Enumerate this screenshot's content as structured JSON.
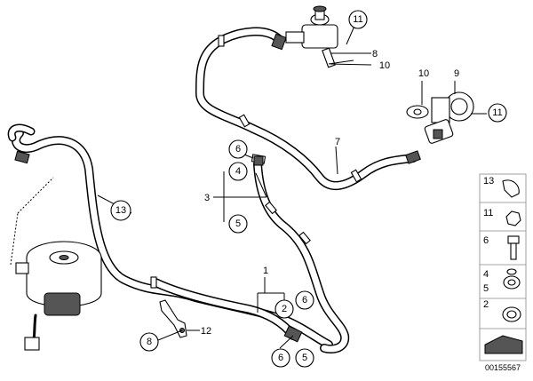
{
  "diagram": {
    "callouts": [
      {
        "id": "c11-top",
        "text": "11"
      },
      {
        "id": "c8-top",
        "text": "8"
      },
      {
        "id": "c10-top",
        "text": "10"
      },
      {
        "id": "c10-mid",
        "text": "10"
      },
      {
        "id": "c9",
        "text": "9"
      },
      {
        "id": "c11-mid",
        "text": "11"
      },
      {
        "id": "c7",
        "text": "7"
      },
      {
        "id": "c6-a",
        "text": "6"
      },
      {
        "id": "c4",
        "text": "4"
      },
      {
        "id": "c3",
        "text": "3"
      },
      {
        "id": "c5-a",
        "text": "5"
      },
      {
        "id": "c13",
        "text": "13"
      },
      {
        "id": "c1",
        "text": "1"
      },
      {
        "id": "c6-b",
        "text": "6"
      },
      {
        "id": "c2",
        "text": "2"
      },
      {
        "id": "c8-bottom",
        "text": "8"
      },
      {
        "id": "c12",
        "text": "12"
      },
      {
        "id": "c6-c",
        "text": "6"
      },
      {
        "id": "c5-b",
        "text": "5"
      }
    ],
    "legend": {
      "rows": [
        {
          "label": "13"
        },
        {
          "label": "11"
        },
        {
          "label": "6"
        },
        {
          "label": "4",
          "label2": "5"
        },
        {
          "label": "2"
        }
      ]
    },
    "diagram_number": "00155567"
  }
}
